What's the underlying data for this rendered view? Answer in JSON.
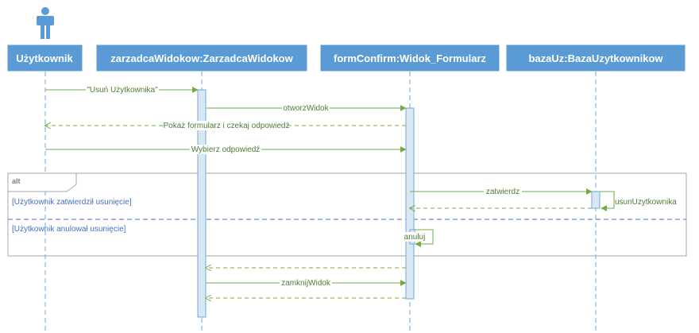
{
  "lifelines": [
    {
      "id": "user",
      "label": "Użytkownik",
      "actor_icon": "person-icon"
    },
    {
      "id": "manager",
      "label": "zarzadcaWidokow:ZarzadcaWidokow"
    },
    {
      "id": "form",
      "label": "formConfirm:Widok_Formularz"
    },
    {
      "id": "db",
      "label": "bazaUz:BazaUzytkownikow"
    }
  ],
  "messages": [
    {
      "id": "m1",
      "from": "user",
      "to": "manager",
      "label": "\"Usuń Użytkownika\"",
      "kind": "call"
    },
    {
      "id": "m2",
      "from": "manager",
      "to": "form",
      "label": "otworzWidok",
      "kind": "call"
    },
    {
      "id": "m3",
      "from": "form",
      "to": "user",
      "label": "Pokaż formularz i czekaj odpowiedź",
      "kind": "return"
    },
    {
      "id": "m4",
      "from": "user",
      "to": "form",
      "label": "Wybierz odpowiedź",
      "kind": "call"
    },
    {
      "id": "m5",
      "from": "form",
      "to": "db",
      "label": "zatwierdz",
      "kind": "call"
    },
    {
      "id": "m6",
      "from": "db",
      "to": "db",
      "label": "usunUzytkownika",
      "kind": "self"
    },
    {
      "id": "m7",
      "from": "db",
      "to": "form",
      "label": "",
      "kind": "return"
    },
    {
      "id": "m8",
      "from": "form",
      "to": "form",
      "label": "anuluj",
      "kind": "self"
    },
    {
      "id": "m9",
      "from": "form",
      "to": "manager",
      "label": "",
      "kind": "return"
    },
    {
      "id": "m10",
      "from": "manager",
      "to": "form",
      "label": "zamknijWidok",
      "kind": "call"
    },
    {
      "id": "m11",
      "from": "form",
      "to": "manager",
      "label": "",
      "kind": "return"
    }
  ],
  "fragment": {
    "operator": "alt",
    "guards": [
      "[Użytkownik zatwierdził usunięcie]",
      "[Użytkownik anulował usunięcie]"
    ]
  },
  "colors": {
    "lifeline_header": "#5b9bd5",
    "message": "#70ad47",
    "guard_text": "#4472c4",
    "activation_fill": "#d7e8f3"
  }
}
